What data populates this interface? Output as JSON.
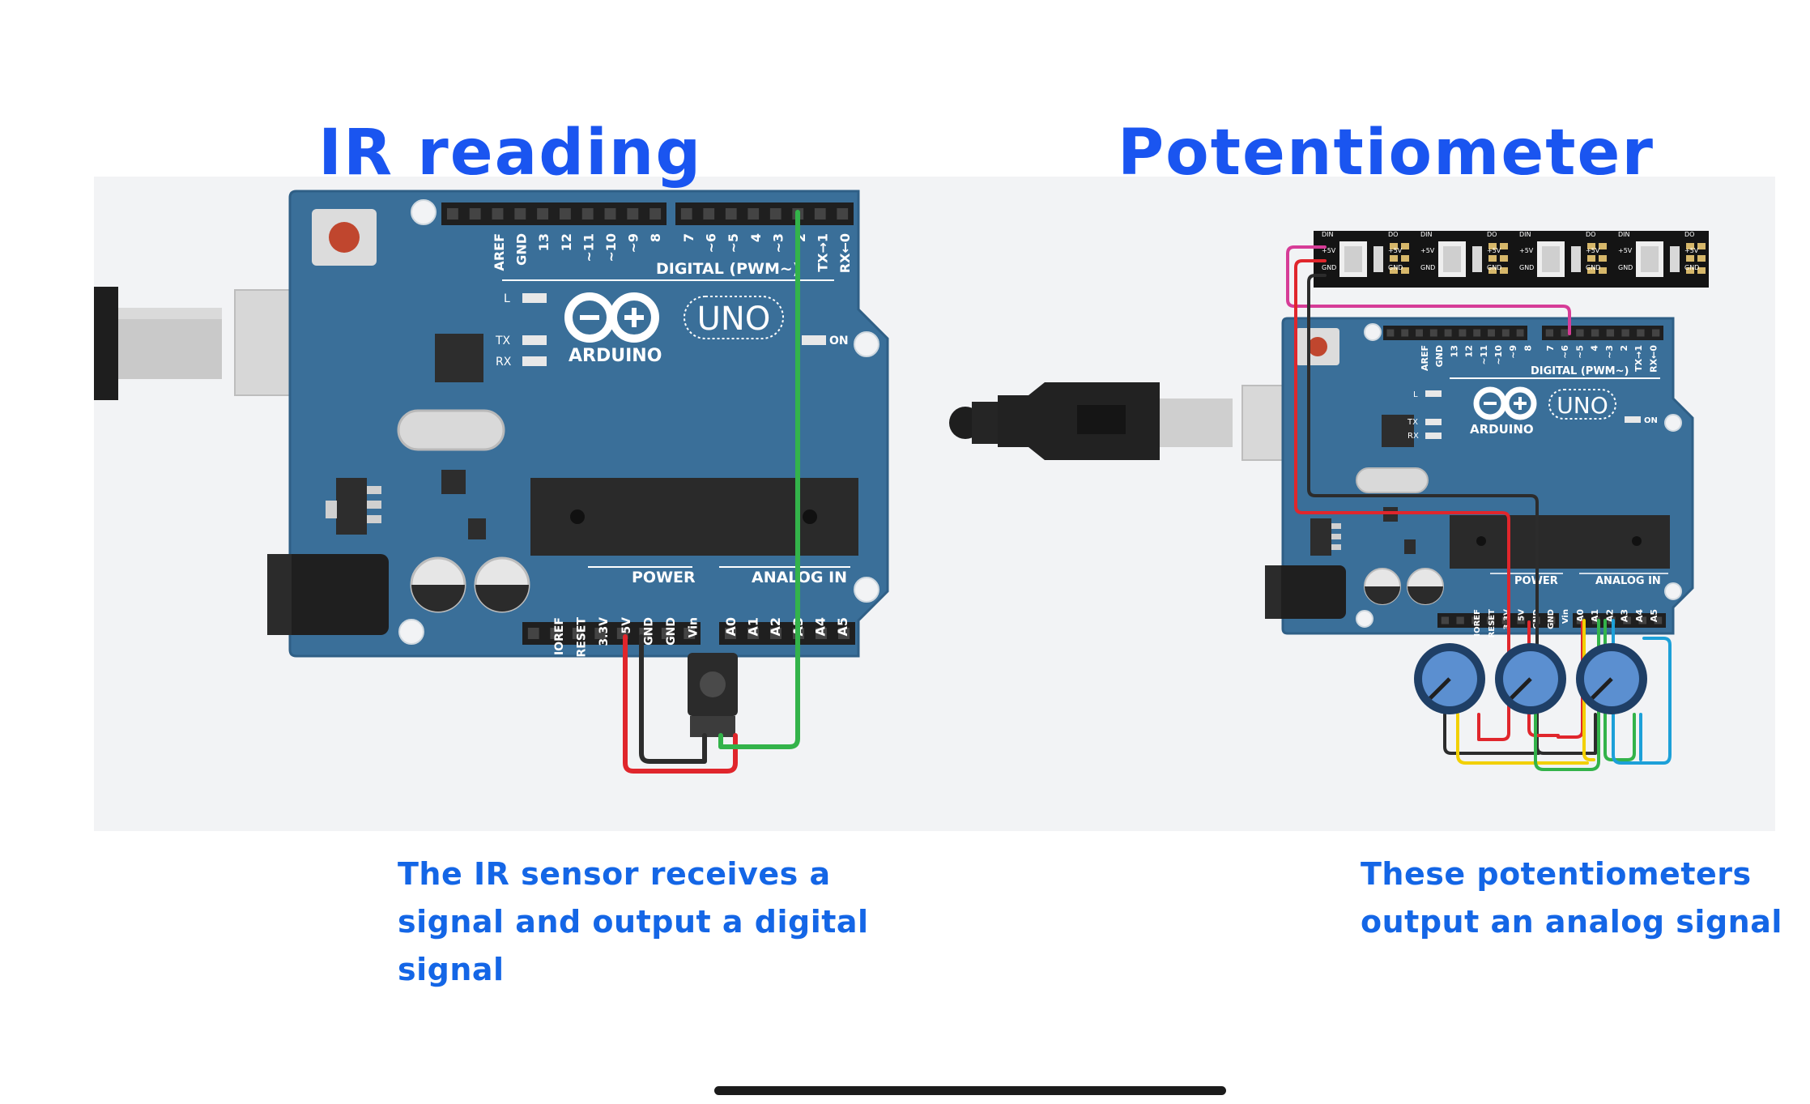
{
  "colors": {
    "heading": "#1a55f0",
    "caption": "#1466e6",
    "board": "#3a6f99",
    "board_edge": "#2f5f86",
    "wire_red": "#e0262c",
    "wire_black": "#2c2c2c",
    "wire_green": "#33b34a",
    "wire_magenta": "#d63c97",
    "wire_yellow": "#f2d000",
    "wire_blue": "#1da0d8"
  },
  "left": {
    "title": "IR reading",
    "caption": "The IR sensor receives a signal and output a digital signal",
    "board": {
      "brand": "ARDUINO",
      "model": "UNO",
      "digital_label": "DIGITAL (PWM~)",
      "power_label": "POWER",
      "analog_label": "ANALOG IN",
      "on_label": "ON",
      "led_labels": [
        "L",
        "TX",
        "RX"
      ],
      "digital_pins": [
        "AREF",
        "GND",
        "13",
        "12",
        "~11",
        "~10",
        "~9",
        "8",
        "7",
        "~6",
        "~5",
        "4",
        "~3",
        "2",
        "TX→1",
        "RX←0"
      ],
      "power_pins": [
        "IOREF",
        "RESET",
        "3.3V",
        "5V",
        "GND",
        "GND",
        "Vin"
      ],
      "analog_pins": [
        "A0",
        "A1",
        "A2",
        "A3",
        "A4",
        "A5"
      ]
    }
  },
  "right": {
    "title": "Potentiometer",
    "caption": "These potentiometers output an analog signal",
    "board": {
      "brand": "ARDUINO",
      "model": "UNO",
      "digital_label": "DIGITAL (PWM~)",
      "power_label": "POWER",
      "analog_label": "ANALOG IN",
      "on_label": "ON",
      "led_labels": [
        "L",
        "TX",
        "RX"
      ],
      "digital_pins": [
        "AREF",
        "GND",
        "13",
        "12",
        "~11",
        "~10",
        "~9",
        "8",
        "7",
        "~6",
        "~5",
        "4",
        "~3",
        "2",
        "TX→1",
        "RX←0"
      ],
      "power_pins": [
        "IOREF",
        "RESET",
        "3.3V",
        "5V",
        "GND",
        "GND",
        "Vin"
      ],
      "analog_pins": [
        "A0",
        "A1",
        "A2",
        "A3",
        "A4",
        "A5"
      ]
    },
    "strip_labels": [
      "DIN",
      "+5V",
      "GND",
      "DO",
      "+5V",
      "GND"
    ]
  }
}
